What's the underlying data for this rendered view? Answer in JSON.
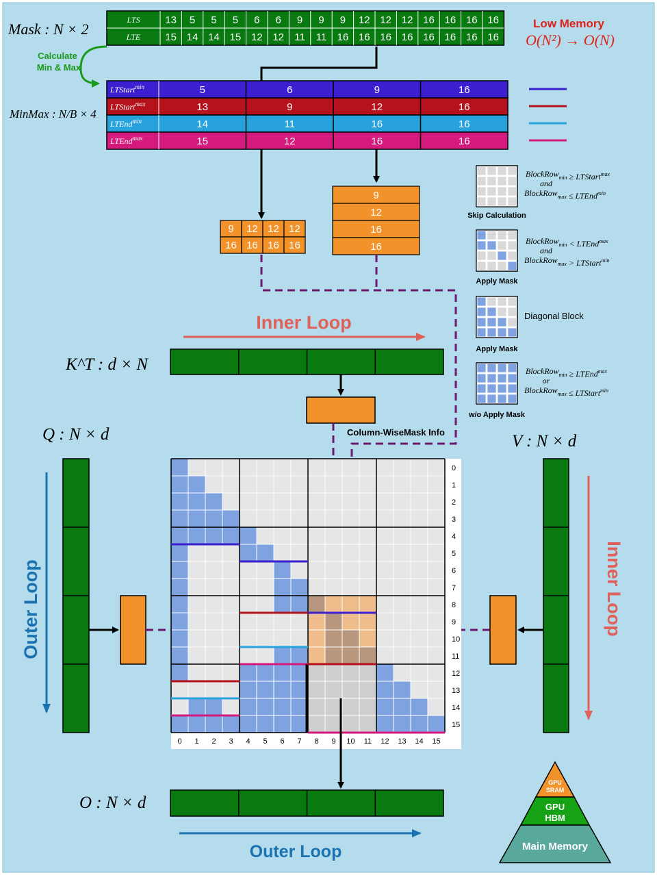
{
  "mask_table": {
    "label": "Mask : N × 2",
    "lts_label": "LTS",
    "lte_label": "LTE",
    "lts": [
      "13",
      "5",
      "5",
      "5",
      "6",
      "6",
      "9",
      "9",
      "9",
      "12",
      "12",
      "12",
      "16",
      "16",
      "16",
      "16"
    ],
    "lte": [
      "15",
      "14",
      "14",
      "15",
      "12",
      "12",
      "11",
      "11",
      "16",
      "16",
      "16",
      "16",
      "16",
      "16",
      "16",
      "16"
    ]
  },
  "low_memory": {
    "title": "Low Memory",
    "formula": "O(N²) → O(N)"
  },
  "calc_label": {
    "line1": "Calculate",
    "line2": "Min & Max"
  },
  "minmax": {
    "label": "MinMax : N/B × 4",
    "rows": [
      {
        "name": "LTStart^min",
        "values": [
          "5",
          "6",
          "9",
          "16"
        ],
        "color": "#3b1fd0"
      },
      {
        "name": "LTStart^max",
        "values": [
          "13",
          "9",
          "12",
          "16"
        ],
        "color": "#b5121b"
      },
      {
        "name": "LTEnd^min",
        "values": [
          "14",
          "11",
          "16",
          "16"
        ],
        "color": "#27a2dd"
      },
      {
        "name": "LTEnd^max",
        "values": [
          "15",
          "12",
          "16",
          "16"
        ],
        "color": "#d41a7c"
      }
    ]
  },
  "small_orange": {
    "row1": [
      "9",
      "12",
      "12",
      "12"
    ],
    "row2": [
      "16",
      "16",
      "16",
      "16"
    ]
  },
  "vertical_orange": [
    "9",
    "12",
    "16",
    "16"
  ],
  "legend": [
    {
      "caption": "Skip Calculation",
      "cond1": "BlockRow_min ≥ LTStart^max",
      "join": "and",
      "cond2": "BlockRow_max ≤ LTEnd^min"
    },
    {
      "caption": "Apply Mask",
      "cond1": "BlockRow_min < LTEnd^max",
      "join": "and",
      "cond2": "BlockRow_max > LTStart^min"
    },
    {
      "caption": "Apply Mask",
      "cond1": "Diagonal Block",
      "join": "",
      "cond2": ""
    },
    {
      "caption": "w/o Apply Mask",
      "cond1": "BlockRow_min ≥ LTEnd^max",
      "join": "or",
      "cond2": "BlockRow_max ≤ LTStart^min"
    }
  ],
  "inner_loop_top": "Inner Loop",
  "kt_label": "K^T : d × N",
  "column_wise_label": "Column-WiseMask Info",
  "q_label": "Q : N × d",
  "v_label": "V : N × d",
  "outer_loop_left": "Outer Loop",
  "inner_loop_right": "Inner Loop",
  "row_numbers": [
    "0",
    "1",
    "2",
    "3",
    "4",
    "5",
    "6",
    "7",
    "8",
    "9",
    "10",
    "11",
    "12",
    "13",
    "14",
    "15"
  ],
  "col_numbers": [
    "0",
    "1",
    "2",
    "3",
    "4",
    "5",
    "6",
    "7",
    "8",
    "9",
    "10",
    "11",
    "12",
    "13",
    "14",
    "15"
  ],
  "o_label": "O : N × d",
  "outer_loop_bottom": "Outer Loop",
  "pyramid": {
    "top": "GPU SRAM",
    "mid": "GPU HBM",
    "bottom": "Main Memory"
  },
  "colors": {
    "background": "#b4dcec",
    "green": "#087a10",
    "orange": "#f2922a",
    "purple_dash": "#6a1a6e",
    "blue_cell": "#7ea3e0",
    "gray_cell": "#e6e6e6",
    "loop_red": "#e0605a",
    "loop_blue": "#1a73b0"
  }
}
